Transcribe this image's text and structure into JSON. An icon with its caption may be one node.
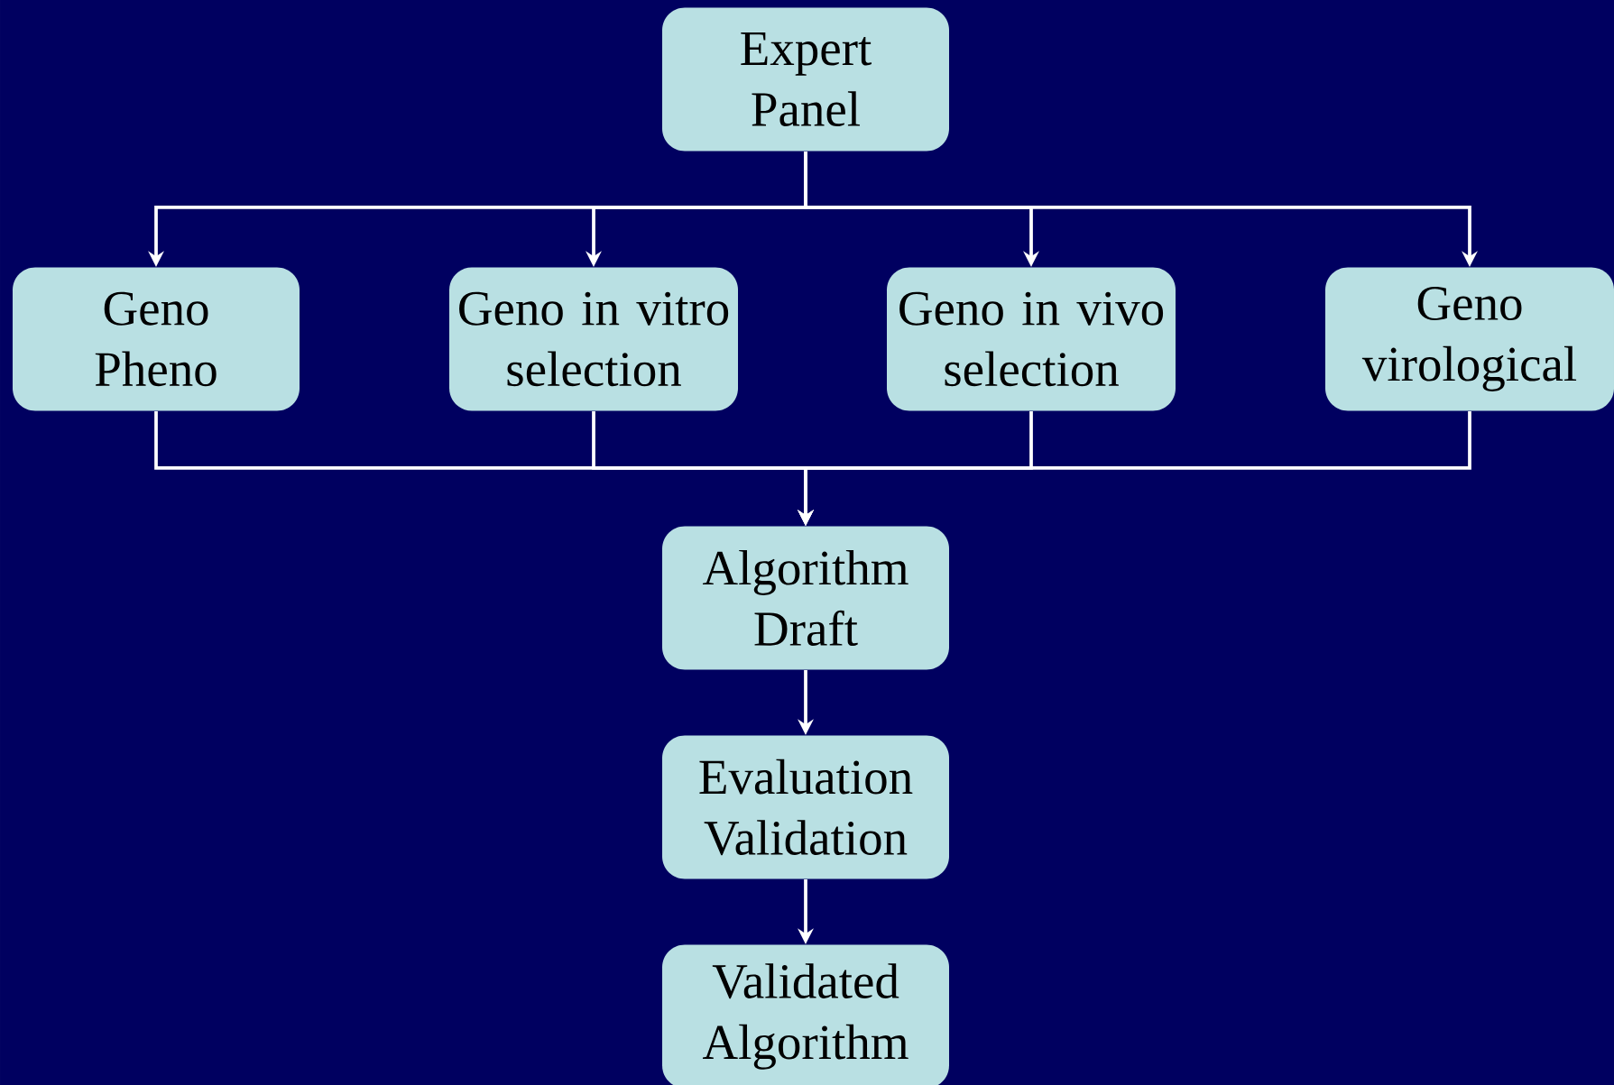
{
  "diagram": {
    "nodes": [
      {
        "text": [
          "Expert Panel"
        ]
      },
      {
        "text": [
          "Geno Pheno"
        ]
      },
      {
        "text": [
          "Geno in vitro selection"
        ]
      },
      {
        "text": [
          "Geno in vivo selection"
        ]
      },
      {
        "text": [
          "Geno virological"
        ]
      },
      {
        "text": [
          "Algorithm Draft"
        ]
      },
      {
        "text": [
          "Evaluation Validation"
        ]
      },
      {
        "text": [
          "Validated Algorithm"
        ]
      }
    ],
    "edges": [
      {
        "from": 0,
        "to": 1,
        "arrow": "to"
      },
      {
        "from": 0,
        "to": 2,
        "arrow": "to"
      },
      {
        "from": 0,
        "to": 3,
        "arrow": "to"
      },
      {
        "from": 0,
        "to": 4,
        "arrow": "to"
      },
      {
        "from": 1,
        "to": 5,
        "arrow": "to"
      },
      {
        "from": 2,
        "to": 5,
        "arrow": "to"
      },
      {
        "from": 3,
        "to": 5,
        "arrow": "to"
      },
      {
        "from": 4,
        "to": 5,
        "arrow": "to"
      },
      {
        "from": 5,
        "to": 6,
        "arrow": "to"
      },
      {
        "from": 6,
        "to": 7,
        "arrow": "to"
      }
    ]
  }
}
